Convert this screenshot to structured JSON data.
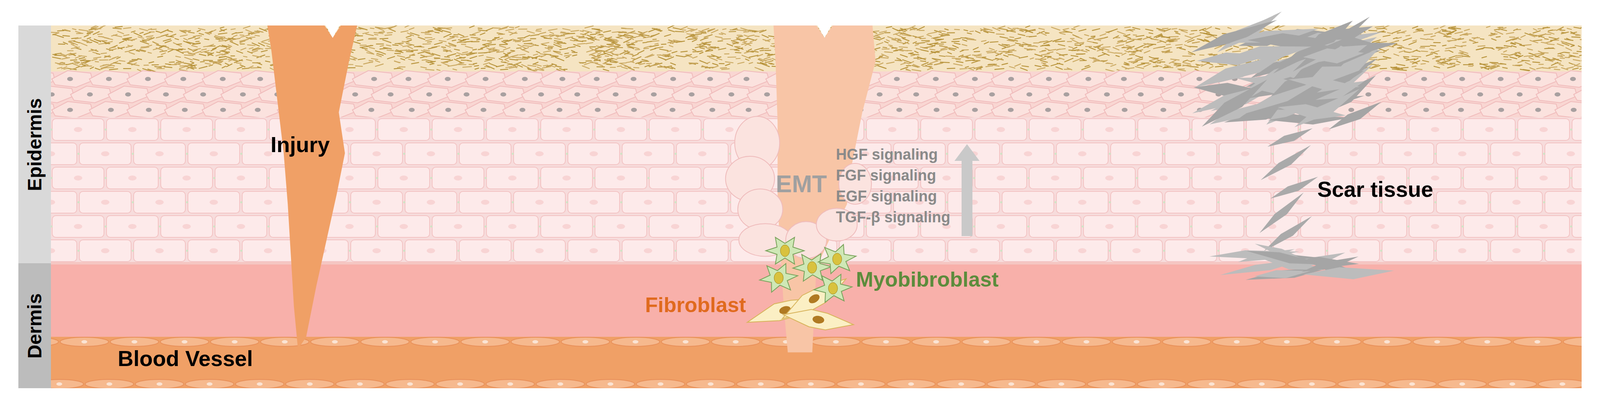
{
  "diagram": {
    "nodes": [
      {
        "text": [
          "Epidermis"
        ]
      },
      {
        "text": [
          "Dermis"
        ]
      }
    ],
    "labels": [
      "Injury",
      "Blood Vessel",
      "EMT",
      "HGF signaling",
      "FGF signaling",
      "EGF signaling",
      "TGF-β signaling",
      "Fibroblast",
      "Myobibroblast",
      "Scar tissue"
    ]
  }
}
